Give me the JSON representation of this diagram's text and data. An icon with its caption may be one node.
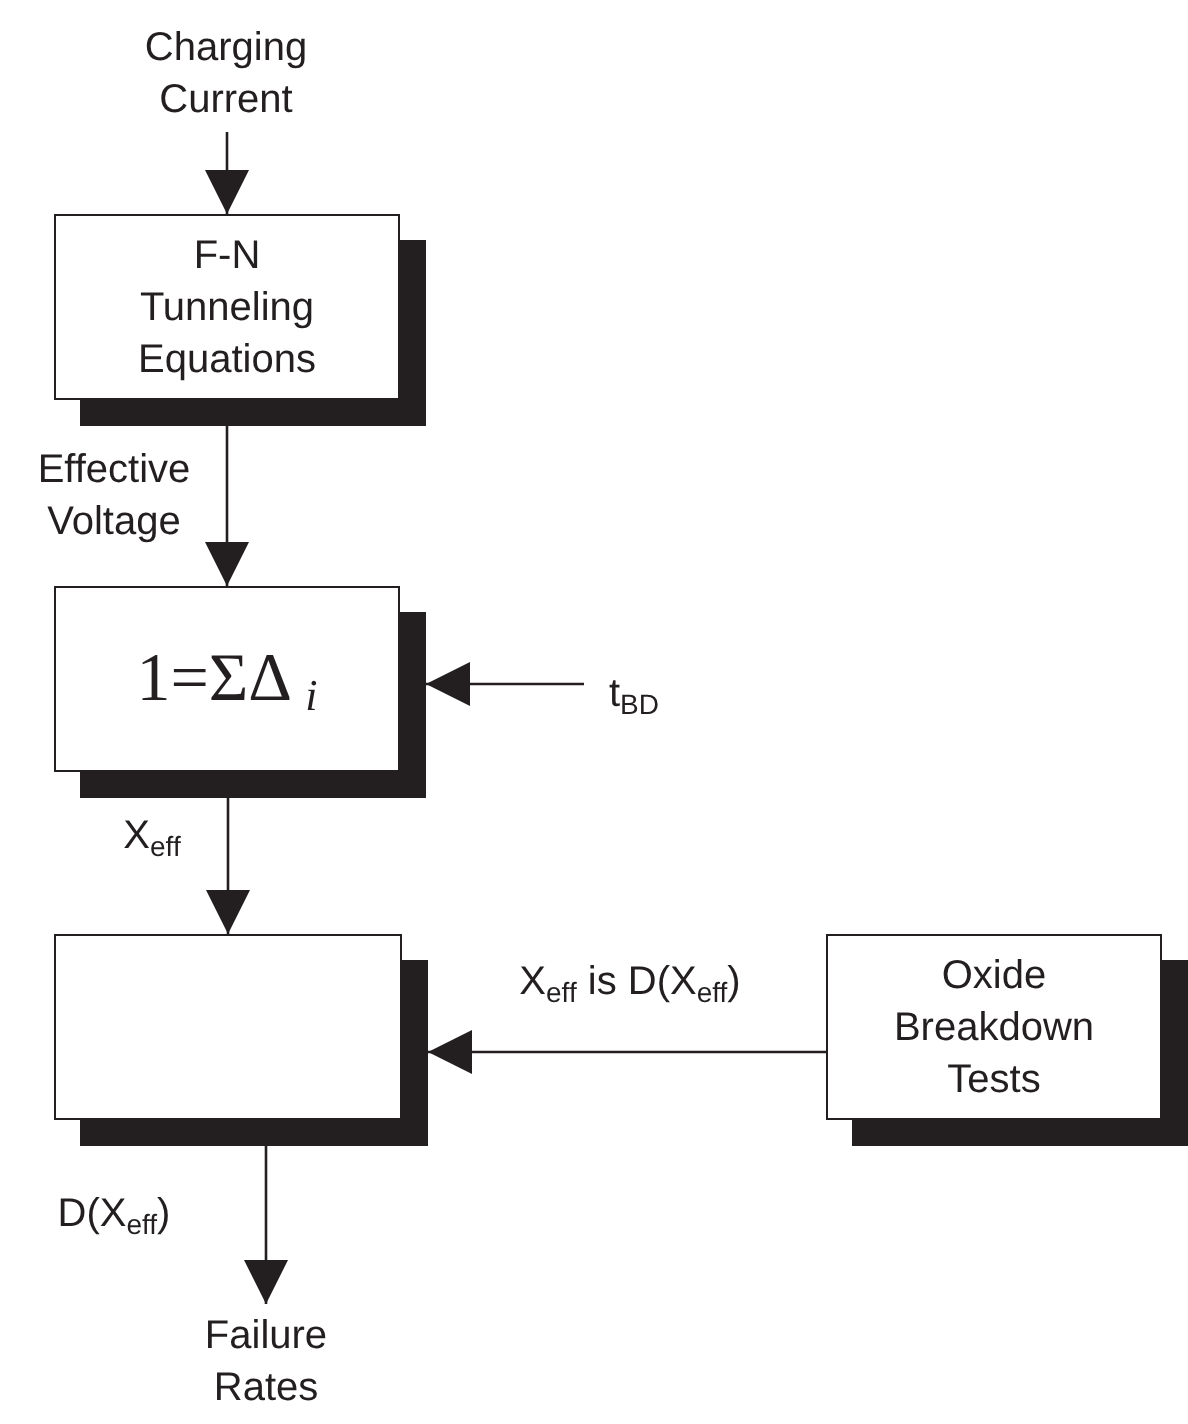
{
  "diagram": {
    "nodes": [
      {
        "text": [
          "Charging Current"
        ]
      },
      {
        "text": [
          "F-N Tunneling Equations"
        ]
      },
      {
        "text": [
          "1=ΣΔ $_{i}$"
        ]
      },
      {
        "text": [
          "t$_{BD}$"
        ]
      },
      {
        "text": [],
        "shape": "box"
      },
      {
        "text": [
          "Oxide Breakdown Tests"
        ]
      },
      {
        "text": [
          "Failure Rates"
        ]
      }
    ],
    "edges": [
      {
        "from": 0,
        "to": 1,
        "arrow": "to"
      },
      {
        "from": 1,
        "to": 2,
        "arrow": "to",
        "label": "Effective Voltage"
      },
      {
        "from": 3,
        "to": 2,
        "arrow": "to"
      },
      {
        "from": 2,
        "to": 4,
        "arrow": "to",
        "label": "X$_{eff}$"
      },
      {
        "from": 5,
        "to": 4,
        "arrow": "to",
        "label": "X$_{eff}$ is D(X$_{eff}$)"
      },
      {
        "from": 4,
        "to": 6,
        "arrow": "to",
        "label": "D(X$_{eff}$)"
      }
    ]
  }
}
